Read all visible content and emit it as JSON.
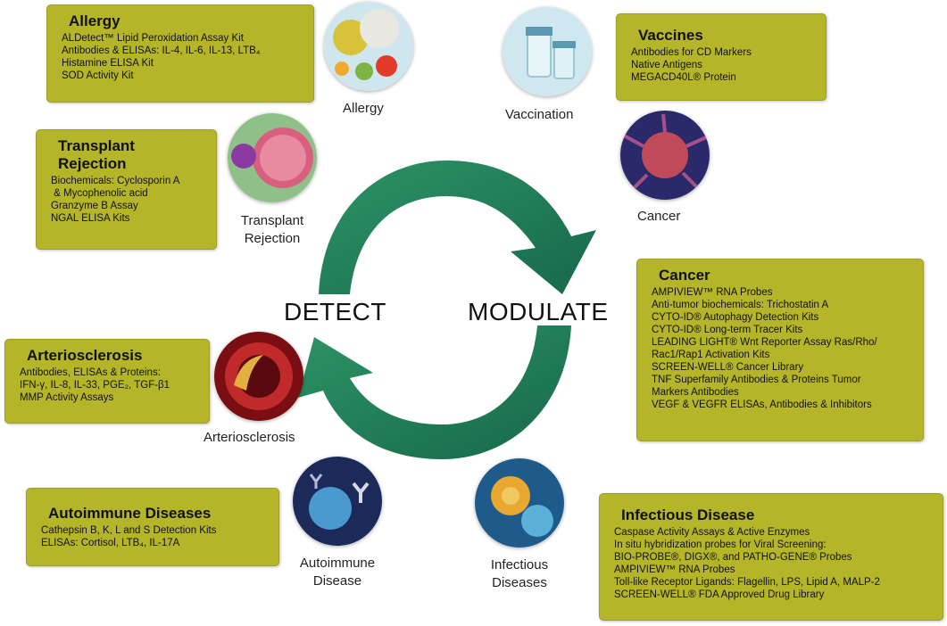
{
  "center": {
    "left_word": "DETECT",
    "right_word": "MODULATE"
  },
  "boxes": {
    "allergy": {
      "title": "Allergy",
      "items": [
        "ALDetect™ Lipid Peroxidation Assay Kit",
        "Antibodies & ELISAs: IL-4, IL-6, IL-13, LTB₄",
        "Histamine  ELISA Kit",
        "SOD Activity Kit"
      ]
    },
    "transplant": {
      "title_line1": "Transplant",
      "title_line2": "Rejection",
      "items": [
        "Biochemicals: Cyclosporin A",
        " & Mycophenolic acid",
        "Granzyme B Assay",
        "NGAL ELISA Kits"
      ]
    },
    "arteriosclerosis": {
      "title": "Arteriosclerosis",
      "items": [
        "Antibodies, ELISAs & Proteins:",
        "IFN-γ, IL-8, IL-33, PGE₂, TGF-β1",
        "MMP Activity Assays"
      ]
    },
    "autoimmune": {
      "title": "Autoimmune Diseases",
      "items": [
        "Cathepsin B, K, L and S Detection Kits",
        "ELISAs: Cortisol, LTB₄, IL-17A"
      ]
    },
    "vaccines": {
      "title": "Vaccines",
      "items": [
        "Antibodies for CD Markers",
        "Native Antigens",
        "MEGACD40L® Protein"
      ]
    },
    "cancer": {
      "title": "Cancer",
      "items": [
        "AMPIVIEW™ RNA Probes",
        "Anti-tumor biochemicals: Trichostatin A",
        "CYTO-ID® Autophagy Detection Kits",
        "CYTO-ID® Long-term Tracer Kits",
        "LEADING LIGHT® Wnt Reporter Assay Ras/Rho/",
        "Rac1/Rap1 Activation Kits",
        "SCREEN-WELL® Cancer Library",
        "TNF Superfamily Antibodies & Proteins Tumor",
        "Markers Antibodies",
        "VEGF & VEGFR ELISAs, Antibodies & Inhibitors"
      ]
    },
    "infectious": {
      "title": "Infectious Disease",
      "items": [
        "Caspase Activity Assays & Active Enzymes",
        "In situ hybridization probes for Viral Screening:",
        "BIO-PROBE®, DIGX®, and PATHO-GENE® Probes",
        "AMPIVIEW™ RNA Probes",
        "Toll-like Receptor Ligands: Flagellin, LPS, Lipid A, MALP-2",
        "SCREEN-WELL® FDA Approved Drug Library"
      ]
    }
  },
  "circles": {
    "allergy": {
      "label": "Allergy"
    },
    "transplant": {
      "label_line1": "Transplant",
      "label_line2": "Rejection"
    },
    "arteriosclerosis": {
      "label": "Arteriosclerosis"
    },
    "autoimmune": {
      "label_line1": "Autoimmune",
      "label_line2": "Disease"
    },
    "vaccination": {
      "label": "Vaccination"
    },
    "cancer": {
      "label": "Cancer"
    },
    "infectious": {
      "label_line1": "Infectious",
      "label_line2": "Diseases"
    }
  },
  "icons": [
    "allergy-pollen-image",
    "transplant-cell-image",
    "arteriosclerosis-artery-image",
    "autoimmune-antibody-image",
    "vaccination-vial-image",
    "cancer-cell-image",
    "infectious-virus-image",
    "cycle-arrow-top",
    "cycle-arrow-bottom"
  ],
  "colors": {
    "box_fill": "#b5b52a",
    "arrow_green": "#1f7a55",
    "text": "#111111"
  }
}
